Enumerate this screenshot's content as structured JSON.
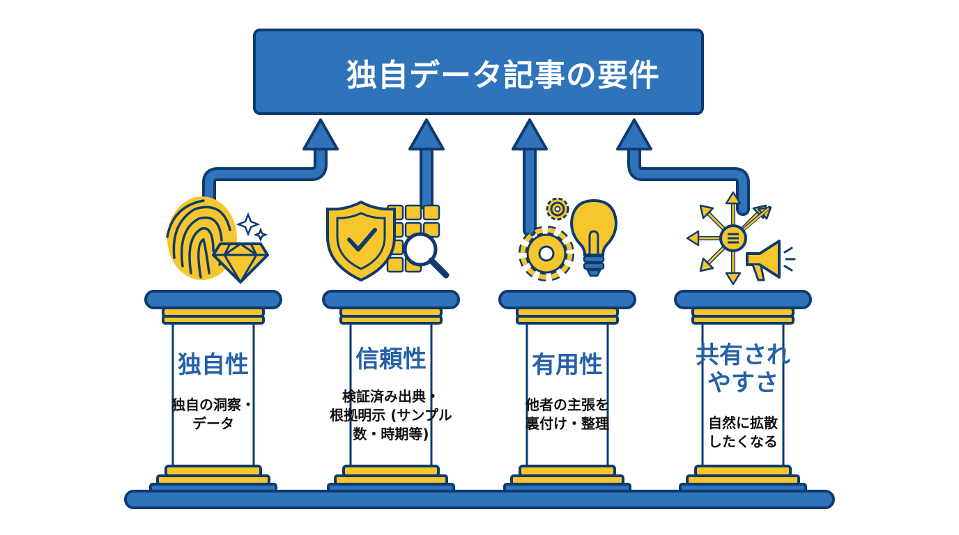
{
  "banner": {
    "title": "独自データ記事の要件"
  },
  "pillars": [
    {
      "title": "独自性",
      "desc_lines": [
        "独自の洞察・",
        "データ"
      ],
      "icon": "fingerprint-icon"
    },
    {
      "title": "信頼性",
      "desc_lines": [
        "検証済み出典・",
        "根拠明示 (サンプル",
        "数・時期等)"
      ],
      "icon": "shield-check-icon"
    },
    {
      "title": "有用性",
      "desc_lines": [
        "他者の主張を",
        "裏付け・整理"
      ],
      "icon": "gear-lightbulb-icon"
    },
    {
      "title_lines": [
        "共有され",
        "やすさ"
      ],
      "desc_lines": [
        "自然に拡散",
        "したくなる"
      ],
      "icon": "share-megaphone-icon"
    }
  ],
  "colors": {
    "blue": "#2f73bb",
    "dark_blue": "#0e3a6e",
    "yellow": "#f6c62c"
  }
}
